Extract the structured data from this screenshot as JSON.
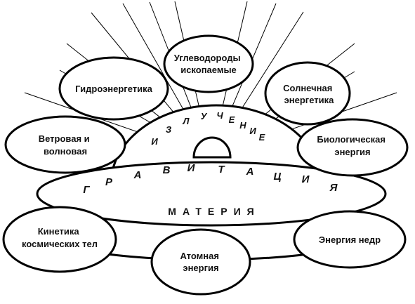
{
  "nodes": {
    "hydro": "Гидроэнергетика",
    "fossil": [
      "Углеводороды",
      "ископаемые"
    ],
    "solar": [
      "Солнечная",
      "энергетика"
    ],
    "wind": [
      "Ветровая и",
      "волновая"
    ],
    "bio": [
      "Биологическая",
      "энергия"
    ],
    "kinetic": [
      "Кинетика",
      "космических тел"
    ],
    "atomic": [
      "Атомная",
      "энергия"
    ],
    "subsoil": "Энергия недр"
  },
  "layers": {
    "radiation": "ИЗЛУЧЕНИЕ",
    "gravitation": "ГРАВИТАЦИЯ",
    "matter": "МАТЕРИЯ"
  },
  "colors": {
    "stroke": "#000000",
    "fill": "#ffffff",
    "text": "#111111"
  }
}
